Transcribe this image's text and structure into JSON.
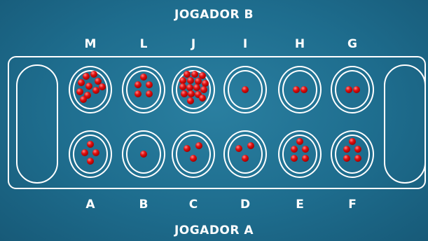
{
  "players": {
    "top": "JOGADOR B",
    "bottom": "JOGADOR A"
  },
  "top_row": [
    {
      "label": "M",
      "seeds": 10
    },
    {
      "label": "L",
      "seeds": 5
    },
    {
      "label": "J",
      "seeds": 16
    },
    {
      "label": "I",
      "seeds": 1
    },
    {
      "label": "H",
      "seeds": 2
    },
    {
      "label": "G",
      "seeds": 2
    }
  ],
  "bottom_row": [
    {
      "label": "A",
      "seeds": 4
    },
    {
      "label": "B",
      "seeds": 1
    },
    {
      "label": "C",
      "seeds": 3
    },
    {
      "label": "D",
      "seeds": 3
    },
    {
      "label": "E",
      "seeds": 5
    },
    {
      "label": "F",
      "seeds": 5
    }
  ],
  "stores": {
    "left_seeds": 0,
    "right_seeds": 0
  },
  "colors": {
    "background": "#1e6d8e",
    "seed": "#d41414",
    "line": "#ffffff"
  }
}
